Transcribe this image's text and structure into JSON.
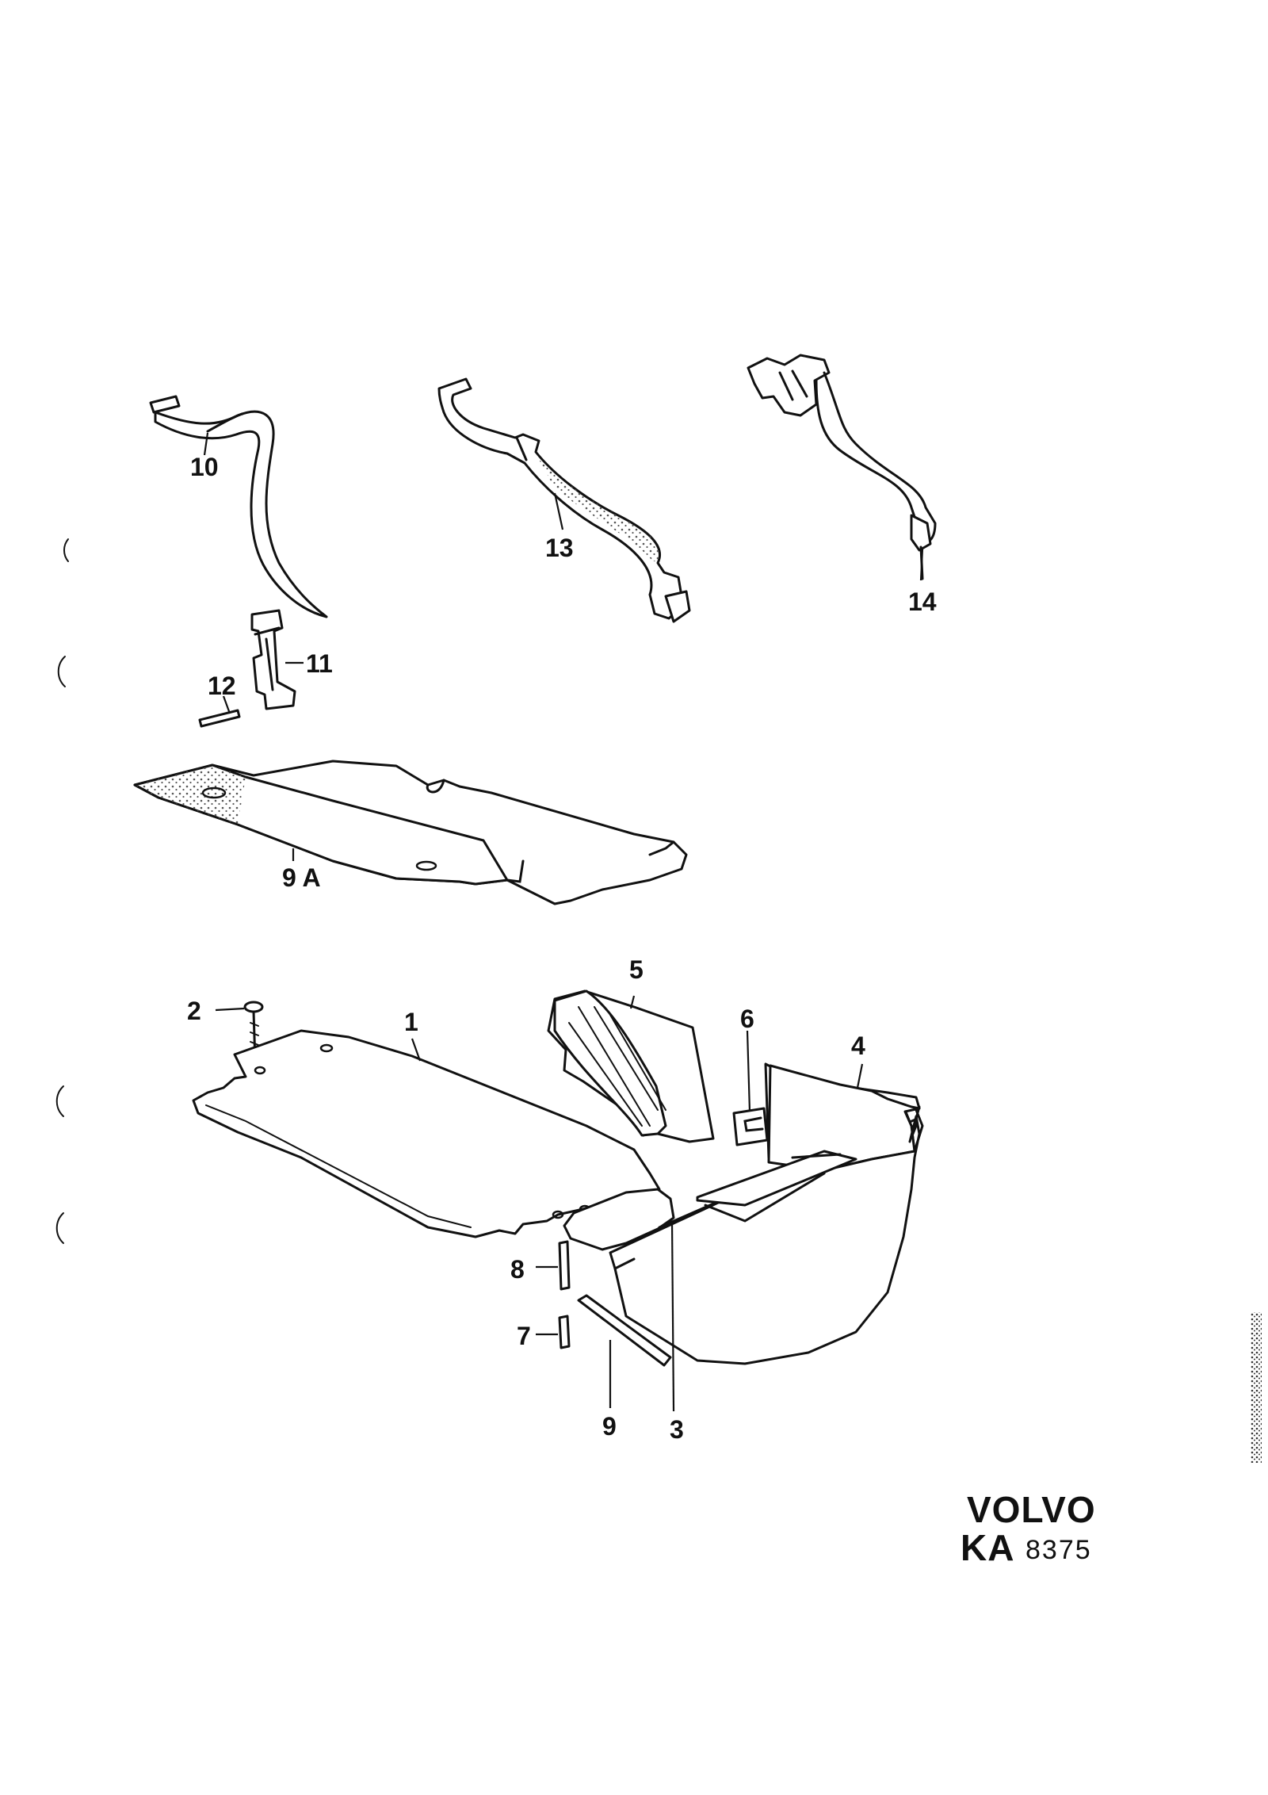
{
  "labels": {
    "l1": "1",
    "l2": "2",
    "l3": "3",
    "l4": "4",
    "l5": "5",
    "l6": "6",
    "l7": "7",
    "l8": "8",
    "l9": "9",
    "l9a": "9 A",
    "l10": "10",
    "l11": "11",
    "l12": "12",
    "l13": "13",
    "l14": "14"
  },
  "footer": {
    "brand": "VOLVO",
    "code_prefix": "KA",
    "code_number": "8375"
  },
  "colors": {
    "ink": "#111111",
    "paper": "#ffffff",
    "stipple": "#555555"
  }
}
